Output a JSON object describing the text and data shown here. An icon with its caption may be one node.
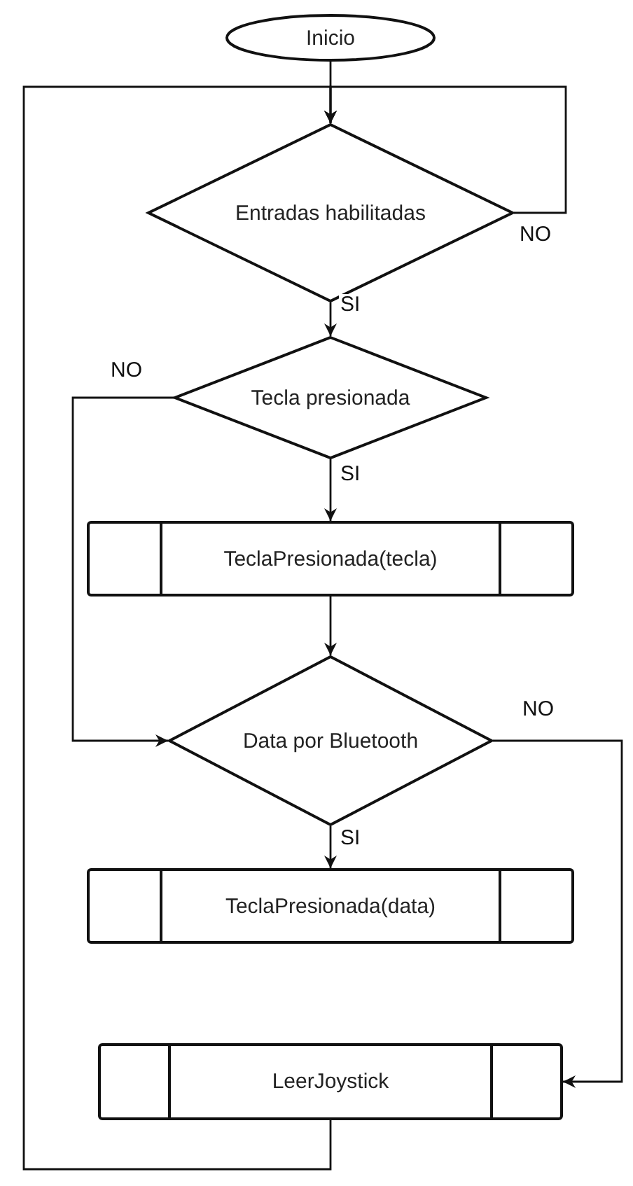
{
  "diagram": {
    "nodes": [
      {
        "text": [
          "Inicio"
        ]
      },
      {
        "text": [
          "Entradas habilitadas"
        ]
      },
      {
        "text": [
          "Tecla presionada"
        ]
      },
      {
        "text": [
          "TeclaPresionada(tecla)"
        ]
      },
      {
        "text": [
          "Data por Bluetooth"
        ]
      },
      {
        "text": [
          "TeclaPresionada(data)"
        ]
      },
      {
        "text": [
          "LeerJoystick"
        ]
      }
    ],
    "edges": [
      {
        "from": 0,
        "to": 1,
        "arrow": "to"
      },
      {
        "from": 1,
        "to": 1,
        "arrow": "to",
        "label": "NO"
      },
      {
        "from": 1,
        "to": 2,
        "arrow": "to",
        "label": "SI"
      },
      {
        "from": 2,
        "to": 4,
        "arrow": "to",
        "label": "NO"
      },
      {
        "from": 2,
        "to": 3,
        "arrow": "to",
        "label": "SI"
      },
      {
        "from": 3,
        "to": 4,
        "arrow": "to"
      },
      {
        "from": 4,
        "to": 5,
        "arrow": "to",
        "label": "SI"
      },
      {
        "from": 4,
        "to": 6,
        "arrow": "to",
        "label": "NO"
      },
      {
        "from": 6,
        "to": 1,
        "arrow": "to"
      }
    ]
  }
}
